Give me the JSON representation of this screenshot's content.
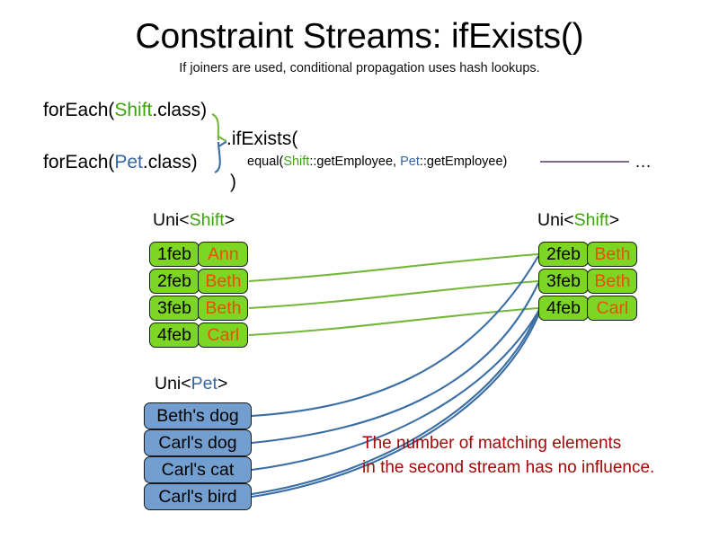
{
  "slide": {
    "title": "Constraint Streams: ifExists()",
    "subtitle": "If joiners are used, conditional propagation uses hash lookups."
  },
  "code": {
    "line1": {
      "prefix": "forEach(",
      "type": "Shift",
      "suffix": ".class)"
    },
    "line2": {
      "prefix": "forEach(",
      "type": "Pet",
      "suffix": ".class)"
    },
    "if_exists_open": ".ifExists(",
    "joiner": {
      "prefix": "equal(",
      "left_type": "Shift",
      "left_method": "::getEmployee, ",
      "right_type": "Pet",
      "right_method": "::getEmployee)"
    },
    "close_paren": ")",
    "ellipsis": "…"
  },
  "streams": {
    "shift_in": {
      "label_prefix": "Uni<",
      "label_type": "Shift",
      "label_suffix": ">",
      "rows": [
        {
          "date": "1feb",
          "name": "Ann"
        },
        {
          "date": "2feb",
          "name": "Beth"
        },
        {
          "date": "3feb",
          "name": "Beth"
        },
        {
          "date": "4feb",
          "name": "Carl"
        }
      ]
    },
    "pet_in": {
      "label_prefix": "Uni<",
      "label_type": "Pet",
      "label_suffix": ">",
      "rows": [
        {
          "name": "Beth's dog"
        },
        {
          "name": "Carl's dog"
        },
        {
          "name": "Carl's cat"
        },
        {
          "name": "Carl's bird"
        }
      ]
    },
    "shift_out": {
      "label_prefix": "Uni<",
      "label_type": "Shift",
      "label_suffix": ">",
      "rows": [
        {
          "date": "2feb",
          "name": "Beth"
        },
        {
          "date": "3feb",
          "name": "Beth"
        },
        {
          "date": "4feb",
          "name": "Carl"
        }
      ]
    }
  },
  "annotation": {
    "line1": "The number of matching elements",
    "line2": "in the second stream has no influence."
  },
  "colors": {
    "shift_green": "#7DD624",
    "shift_green_text": "#3FA309",
    "pet_blue": "#729FCF",
    "pet_blue_text": "#3465A4",
    "name_orange": "#E8500A",
    "note_red": "#A40808",
    "wire_green": "#73B83A",
    "wire_blue": "#3A6EA5",
    "joiner_line": "#7E6A8E"
  }
}
